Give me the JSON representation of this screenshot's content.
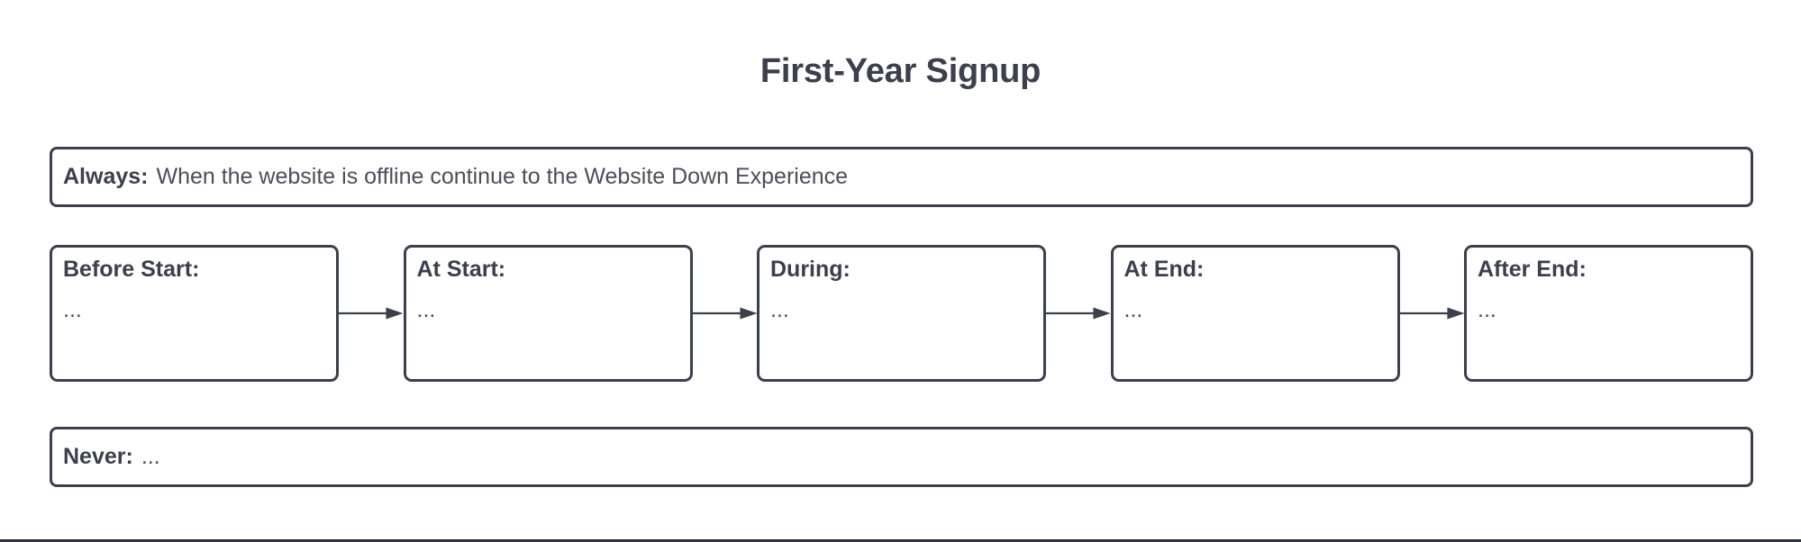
{
  "diagram": {
    "title": "First-Year Signup",
    "always": {
      "label": "Always:",
      "text": "When the website is offline continue to the Website Down Experience"
    },
    "never": {
      "label": "Never:",
      "text": "..."
    },
    "stages": [
      {
        "label": "Before Start:",
        "body": "..."
      },
      {
        "label": "At Start:",
        "body": "..."
      },
      {
        "label": "During:",
        "body": "..."
      },
      {
        "label": "At End:",
        "body": "..."
      },
      {
        "label": "After End:",
        "body": "..."
      }
    ],
    "colors": {
      "stroke": "#3b404c",
      "text": "#3b404c",
      "body_text": "#4a4f5a",
      "background": "#ffffff",
      "rule": "#2b303a"
    }
  }
}
